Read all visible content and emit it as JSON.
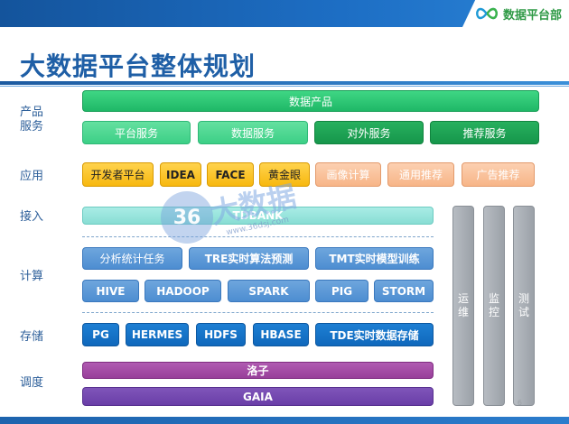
{
  "brand": {
    "logo_text": "数据平台部",
    "accent": "#1f5fa6",
    "logo_green": "#2f9a46"
  },
  "title": "大数据平台整体规划",
  "row_labels": {
    "product": "产品\n服务",
    "application": "应用",
    "ingest": "接入",
    "compute": "计算",
    "storage": "存储",
    "scheduling": "调度"
  },
  "product": {
    "top": "数据产品",
    "items": [
      "平台服务",
      "数据服务",
      "对外服务",
      "推荐服务"
    ]
  },
  "application": {
    "items": [
      "开发者平台",
      "IDEA",
      "FACE",
      "黄金眼",
      "画像计算",
      "通用推荐",
      "广告推荐"
    ]
  },
  "ingest": {
    "item": "TDBANK"
  },
  "compute": {
    "row1": [
      "分析统计任务",
      "TRE实时算法预测",
      "TMT实时模型训练"
    ],
    "row2": [
      "HIVE",
      "HADOOP",
      "SPARK",
      "PIG",
      "STORM"
    ]
  },
  "storage": {
    "items": [
      "PG",
      "HERMES",
      "HDFS",
      "HBASE",
      "TDE实时数据存储"
    ]
  },
  "scheduling": {
    "items": [
      "洛子",
      "GAIA"
    ]
  },
  "side_columns": [
    "运维",
    "监控",
    "测试"
  ],
  "watermark": {
    "number": "36",
    "text": "大数据",
    "url": "www.36dsj.com"
  },
  "page_number": "6"
}
